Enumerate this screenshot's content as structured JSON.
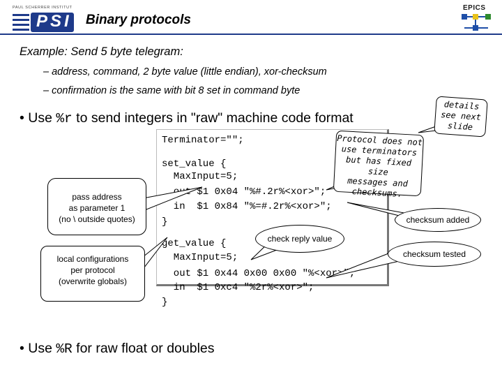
{
  "header": {
    "logo_institute_text": "PAUL SCHERRER INSTITUT",
    "logo_mark_text": "PSI",
    "title": "Binary protocols",
    "epics_logo_text": "EPICS"
  },
  "example": {
    "heading": "Example: Send 5 byte telegram:",
    "items": [
      "– address, command, 2 byte value (little endian), xor-checksum",
      "– confirmation is the same with bit 8 set in command byte"
    ]
  },
  "bullets": {
    "first_prefix": "• Use ",
    "first_code": "%r",
    "first_suffix": " to send integers in \"raw\" machine code format",
    "second_prefix": "• Use ",
    "second_code": "%R",
    "second_suffix": " for raw float or doubles"
  },
  "code_lines": [
    "Terminator=\"\";",
    "set_value {",
    "  MaxInput=5;",
    "  out $1 0x04 \"%#.2r%<xor>\";",
    "  in  $1 0x84 \"%=#.2r%<xor>\";",
    "}",
    "get_value {",
    "  MaxInput=5;",
    "  out $1 0x44 0x00 0x00 \"%<xor>\";",
    "  in  $1 0xc4 \"%2r%<xor>\";",
    "}"
  ],
  "callouts": {
    "details": [
      "details",
      "see next",
      "slide"
    ],
    "protocol_note": [
      "Protocol does not",
      "use terminators",
      "but has fixed size",
      "messages and",
      "checksums."
    ],
    "pass_address": [
      "pass address",
      "as parameter 1",
      "(no \\ outside quotes)"
    ],
    "local_config": [
      "local configurations",
      "per protocol",
      "(overwrite globals)"
    ],
    "check_reply": "check reply value",
    "checksum_added": "checksum added",
    "checksum_tested": "checksum tested"
  },
  "colors": {
    "header_rule": "#1e3a8a",
    "psi_blue": "#1e3a8a",
    "epics_blue": "#1f4fa8",
    "epics_green": "#2e8b2e",
    "epics_yellow": "#e8c21a"
  }
}
